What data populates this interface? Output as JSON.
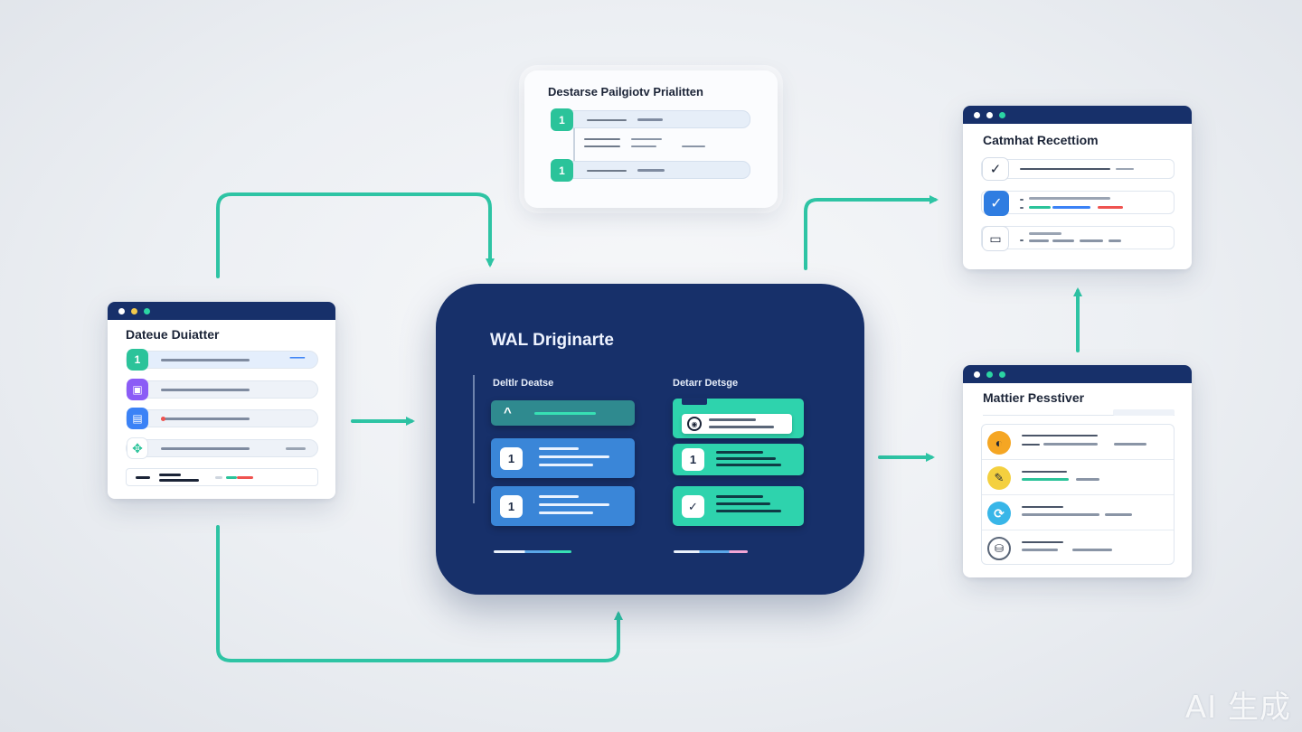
{
  "left_window": {
    "title": "Dateue Duiatter",
    "dot_colors": [
      "#ffffff",
      "#f2c94c",
      "#2bd5a3"
    ],
    "items": [
      {
        "icon": "1",
        "icon_name": "number-one-icon",
        "icon_color": "#2bc39a",
        "value": "━━━"
      },
      {
        "icon": "▣",
        "icon_name": "box-icon",
        "icon_color": "#8b5cf6",
        "value": ""
      },
      {
        "icon": "▤",
        "icon_name": "document-icon",
        "icon_color": "#3b82f6",
        "value": ""
      },
      {
        "icon": "✥",
        "icon_name": "connection-icon",
        "icon_color": "#2bc39a",
        "value": ""
      }
    ]
  },
  "top_panel": {
    "title": "Destarse Pailgiotv Prialitten",
    "rows": [
      {
        "icon": "1",
        "icon_name": "step-one-icon"
      },
      {
        "icon": "1",
        "icon_name": "step-two-icon"
      }
    ]
  },
  "center_panel": {
    "title": "WAL Driginarte",
    "left_column": {
      "heading": "Deltlr Deatse",
      "cards": [
        {
          "icon": "^",
          "icon_name": "caret-up-icon",
          "color": "#2f8a8f"
        },
        {
          "icon": "1",
          "icon_name": "entry-one-icon",
          "color": "#3a86d8"
        },
        {
          "icon": "1",
          "icon_name": "entry-two-icon",
          "color": "#3a86d8"
        }
      ]
    },
    "right_column": {
      "heading": "Detarr Detsge",
      "cards": [
        {
          "icon": "◉",
          "icon_name": "clock-icon",
          "color": "#2ed3ad"
        },
        {
          "icon": "1",
          "icon_name": "entry-icon",
          "color": "#2ed3ad"
        },
        {
          "icon": "✓",
          "icon_name": "check-icon",
          "color": "#2ed3ad"
        }
      ]
    }
  },
  "checkpoint_window": {
    "title": "Catmhat Recettiom",
    "dot_colors": [
      "#ffffff",
      "#ffffff",
      "#2bd5a3"
    ],
    "items": [
      {
        "icon": "✓",
        "icon_name": "check-icon",
        "icon_style": "outline"
      },
      {
        "icon": "✓",
        "icon_name": "checkbox-checked-icon",
        "icon_style": "filled-blue"
      },
      {
        "icon": "▭",
        "icon_name": "storage-icon",
        "icon_style": "outline"
      }
    ]
  },
  "recovery_window": {
    "title": "Mattier Pesstiver",
    "dot_colors": [
      "#ffffff",
      "#2bd5a3",
      "#2bd5a3"
    ],
    "items": [
      {
        "icon": "◐",
        "icon_name": "refresh-icon",
        "icon_color": "#f5a623",
        "line_color": "#6f7a8a"
      },
      {
        "icon": "✎",
        "icon_name": "edit-icon",
        "icon_color": "#f4d03f",
        "line_color": "#2bc39a"
      },
      {
        "icon": "⟳",
        "icon_name": "sync-icon",
        "icon_color": "#38b6e8",
        "line_color": "#6f7a8a"
      },
      {
        "icon": "⛁",
        "icon_name": "database-icon",
        "icon_color": "#ffffff",
        "line_color": "#6f7a8a"
      }
    ]
  },
  "arrow_color": "#2ec4a4",
  "watermark": "AI 生成"
}
